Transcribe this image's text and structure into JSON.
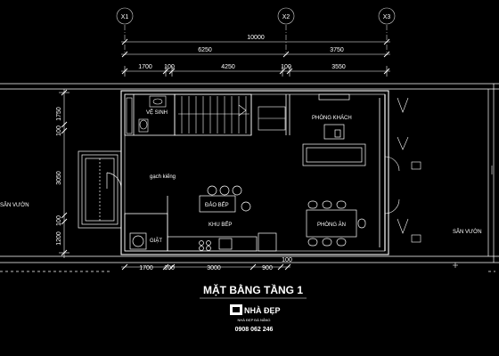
{
  "grid": {
    "x1": "X1",
    "x2": "X2",
    "x3": "X3"
  },
  "dimensions": {
    "overall": "10000",
    "top_a": "6250",
    "top_b": "3750",
    "row2": [
      "1700",
      "100",
      "4250",
      "100",
      "3550"
    ],
    "left": [
      "1750",
      "100",
      "3050",
      "100",
      "1200"
    ],
    "bottom": [
      "1700",
      "100",
      "3000",
      "900",
      "100"
    ]
  },
  "rooms": {
    "ve_sinh": "VỆ SINH",
    "phong_khach": "PHÒNG KHÁCH",
    "gach_kieng": "gạch kiếng",
    "dao_bep": "ĐẢO BẾP",
    "khu_bep": "KHU BẾP",
    "phong_an": "PHÒNG ĂN",
    "giat": "GIẶT",
    "san_vuon_left": "SÂN VƯỜN",
    "san_vuon_right": "SÂN VƯỜN"
  },
  "title": "MẶT BẰNG TẦNG 1",
  "logo": {
    "name": "NHÀ ĐẸP",
    "tagline": "NHÀ ĐẸP ĐÀ NẴNG",
    "phone": "0908 062 246"
  },
  "colors": {
    "background": "#000000",
    "line": "#ffffff",
    "grid": "#d0d0d0"
  }
}
